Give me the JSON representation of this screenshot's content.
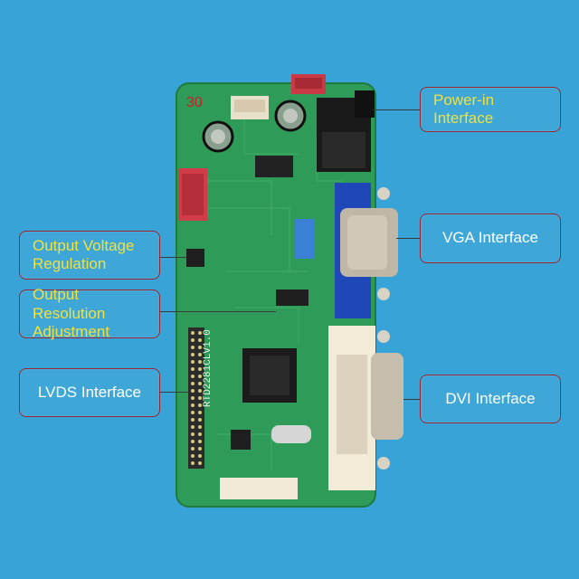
{
  "labels": {
    "power_in": "Power-in Interface",
    "vga": "VGA Interface",
    "output_voltage": "Output Voltage\nRegulation",
    "output_resolution": "Output Resolution\nAdjustment",
    "lvds": "LVDS Interface",
    "dvi": "DVI Interface"
  },
  "board": {
    "model_marking": "RTD2281CLV1.0",
    "handwritten_number": "30"
  },
  "colors": {
    "background": "#38a3d6",
    "pcb": "#2e9a55",
    "box_border": "#9a2430",
    "label_yellow": "#f2e13c",
    "label_white": "#ffffff"
  }
}
